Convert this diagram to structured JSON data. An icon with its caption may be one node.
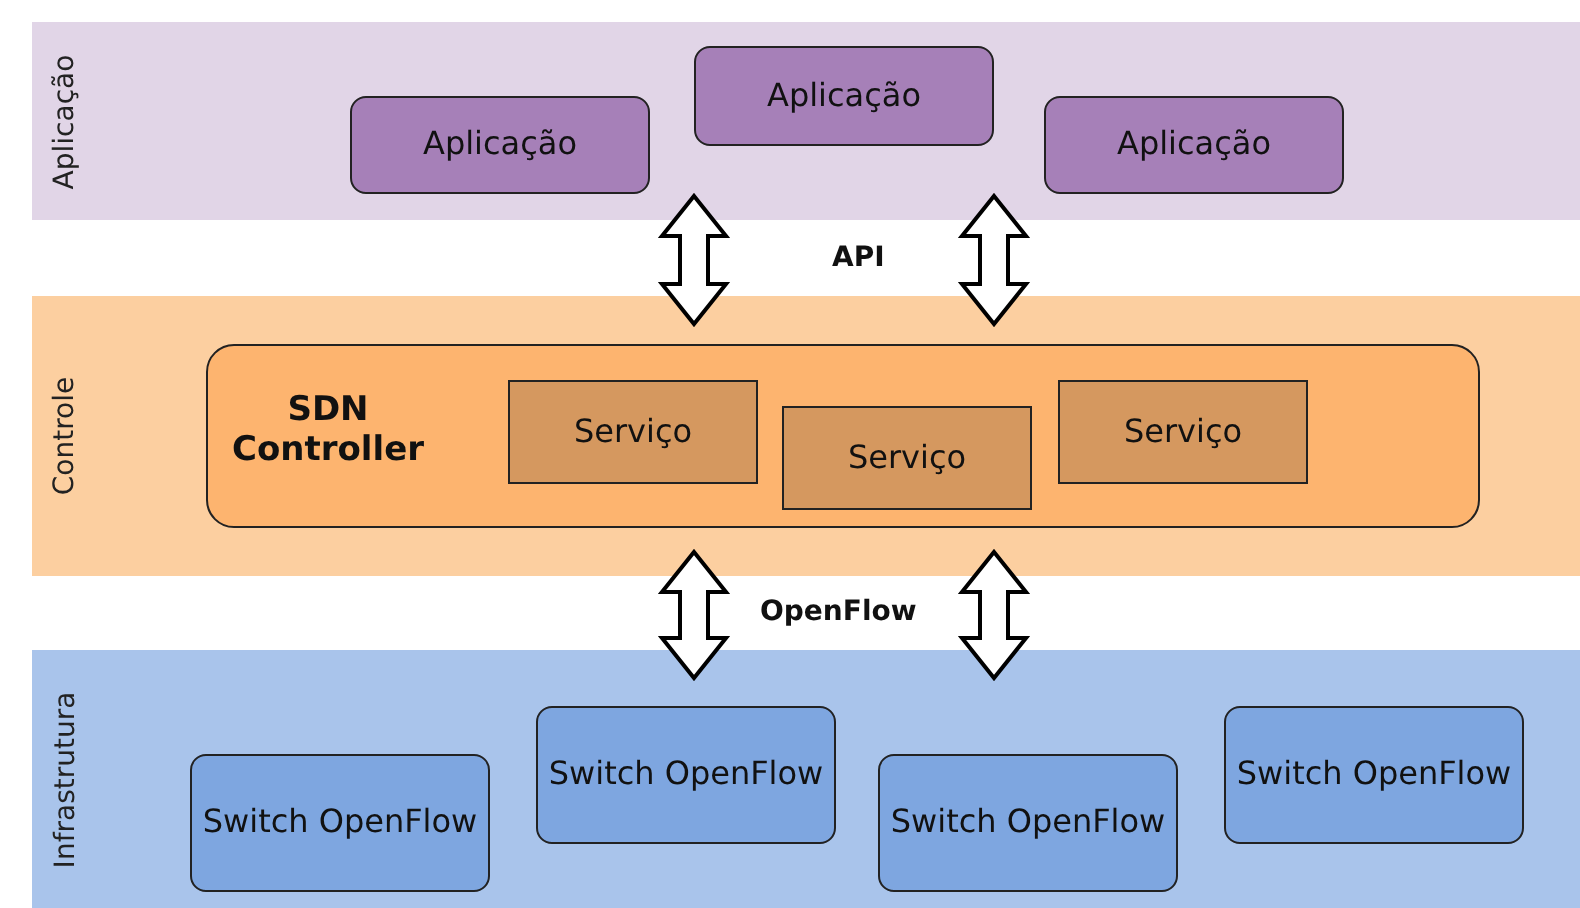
{
  "diagram": {
    "nodes": [
      {
        "text": [
          "Aplicação"
        ]
      },
      {
        "text": [
          "Aplicação"
        ],
        "in": 0
      },
      {
        "text": [
          "Aplicação"
        ],
        "in": 0
      },
      {
        "text": [
          "Aplicação"
        ],
        "in": 0
      },
      {
        "text": [
          "Controle"
        ]
      },
      {
        "text": [
          "SDN Controller"
        ],
        "in": 4
      },
      {
        "text": [
          "Serviço"
        ],
        "in": 5
      },
      {
        "text": [
          "Serviço"
        ],
        "in": 5
      },
      {
        "text": [
          "Serviço"
        ],
        "in": 5
      },
      {
        "text": [
          "Infrastrutura"
        ]
      },
      {
        "text": [
          "Switch OpenFlow"
        ],
        "in": 9
      },
      {
        "text": [
          "Switch OpenFlow"
        ],
        "in": 9
      },
      {
        "text": [
          "Switch OpenFlow"
        ],
        "in": 9
      },
      {
        "text": [
          "Switch OpenFlow"
        ],
        "in": 9
      }
    ],
    "edges": [
      {
        "from": 0,
        "to": 4,
        "arrow": "both"
      },
      {
        "from": 0,
        "to": 4,
        "arrow": "both"
      },
      {
        "from": 4,
        "to": 9,
        "arrow": "both"
      },
      {
        "from": 4,
        "to": 9,
        "arrow": "both"
      }
    ],
    "labels": [
      "API",
      "OpenFlow"
    ]
  }
}
